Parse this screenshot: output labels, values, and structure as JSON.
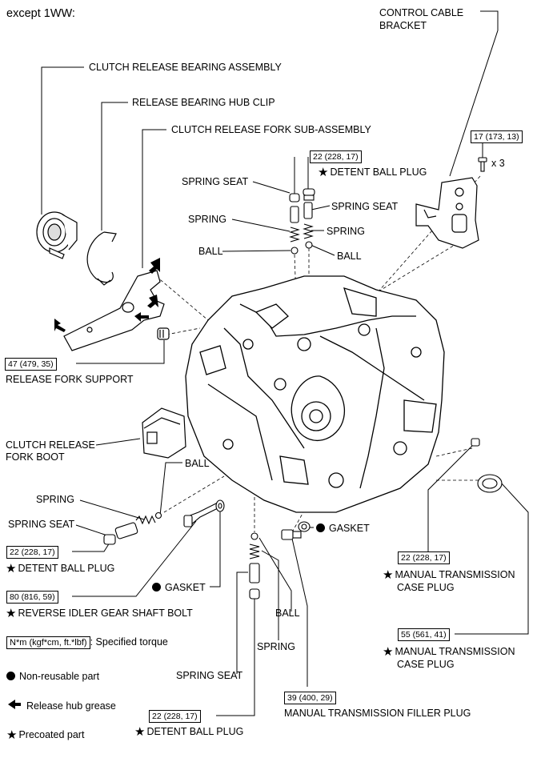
{
  "header": {
    "variant": "except 1WW:"
  },
  "labels": {
    "control_cable_bracket": [
      "CONTROL CABLE",
      "BRACKET"
    ],
    "clutch_release_bearing_assembly": "CLUTCH RELEASE BEARING ASSEMBLY",
    "release_bearing_hub_clip": "RELEASE BEARING HUB CLIP",
    "clutch_release_fork_sub_assembly": "CLUTCH RELEASE FORK SUB-ASSEMBLY",
    "detent_ball_plug_top": "DETENT BALL PLUG",
    "spring_seat_top_left": "SPRING SEAT",
    "spring_seat_top_right": "SPRING SEAT",
    "spring_top_left": "SPRING",
    "spring_top_right": "SPRING",
    "ball_top_left": "BALL",
    "ball_top_right": "BALL",
    "x3": "x 3",
    "release_fork_support": "RELEASE FORK SUPPORT",
    "clutch_release_fork_boot": [
      "CLUTCH RELEASE",
      "FORK BOOT"
    ],
    "ball_left": "BALL",
    "spring_left": "SPRING",
    "spring_seat_left": "SPRING SEAT",
    "detent_ball_plug_left": "DETENT BALL PLUG",
    "gasket_right": "GASKET",
    "gasket_left": "GASKET",
    "reverse_idler_gear_shaft_bolt": "REVERSE IDLER GEAR SHAFT BOLT",
    "manual_transmission_case_plug_1": [
      "MANUAL TRANSMISSION",
      "CASE PLUG"
    ],
    "manual_transmission_case_plug_2": [
      "MANUAL TRANSMISSION",
      "CASE PLUG"
    ],
    "ball_bottom": "BALL",
    "spring_bottom": "SPRING",
    "spring_seat_bottom": "SPRING SEAT",
    "detent_ball_plug_bottom": "DETENT BALL PLUG",
    "manual_transmission_filler_plug": "MANUAL TRANSMISSION FILLER PLUG"
  },
  "torques": {
    "bracket": "17 (173, 13)",
    "detent_plug_top": "22 (228, 17)",
    "release_fork_support": "47 (479, 35)",
    "detent_plug_left": "22 (228, 17)",
    "reverse_idler_bolt": "80 (816, 59)",
    "case_plug_1": "22 (228, 17)",
    "case_plug_2": "55 (561, 41)",
    "filler_plug": "39 (400, 29)",
    "detent_plug_bottom": "22 (228, 17)"
  },
  "legend": {
    "torque_box": "N*m (kgf*cm, ft.*lbf)",
    "torque_desc": ": Specified torque",
    "non_reusable": "Non-reusable part",
    "release_hub_grease": "Release hub grease",
    "precoated": "Precoated part"
  },
  "symbols": {
    "star": "★"
  }
}
